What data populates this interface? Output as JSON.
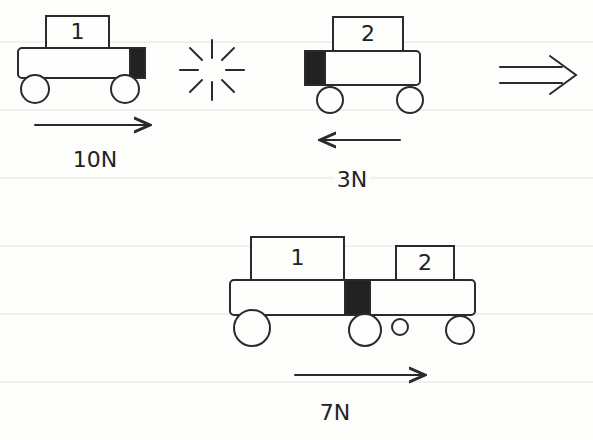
{
  "diagram": {
    "nodes": [
      {
        "text": [
          "1"
        ]
      },
      {
        "text": [
          "2"
        ]
      },
      {
        "text": [
          "1"
        ]
      },
      {
        "text": [
          "2"
        ]
      }
    ],
    "labels": [
      "10N",
      "3N",
      "7N"
    ]
  }
}
